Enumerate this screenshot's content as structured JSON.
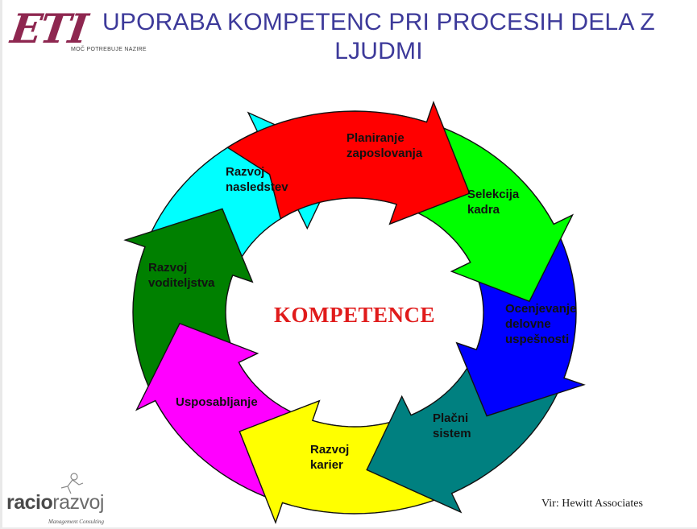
{
  "header": {
    "title_line1": "UPORABA KOMPETENC PRI PROCESIH DELA Z",
    "title_line2": "LJUDMI",
    "logo_text": "ETI",
    "logo_tagline": "MOČ POTREBUJE NAZIRE"
  },
  "diagram": {
    "center_label": "KOMPETENCE",
    "steps": [
      {
        "lines": [
          "Planiranje",
          "zaposlovanja"
        ],
        "color": "#ff0000"
      },
      {
        "lines": [
          "Selekcija",
          "kadra"
        ],
        "color": "#00ff00"
      },
      {
        "lines": [
          "Ocenjevanje",
          "delovne",
          "uspešnosti"
        ],
        "color": "#0000ff"
      },
      {
        "lines": [
          "Plačni",
          "sistem"
        ],
        "color": "#008080"
      },
      {
        "lines": [
          "Razvoj",
          "karier"
        ],
        "color": "#ffff00"
      },
      {
        "lines": [
          "Usposabljanje"
        ],
        "color": "#ff00ff"
      },
      {
        "lines": [
          "Razvoj",
          "voditeljstva"
        ],
        "color": "#008000"
      },
      {
        "lines": [
          "Razvoj",
          "nasledstev"
        ],
        "color": "#00ffff"
      }
    ]
  },
  "footer": {
    "source": "Vir: Hewitt Associates",
    "logo_part1": "racio",
    "logo_part2": "razvoj",
    "logo_tagline": "Management Consulting"
  }
}
